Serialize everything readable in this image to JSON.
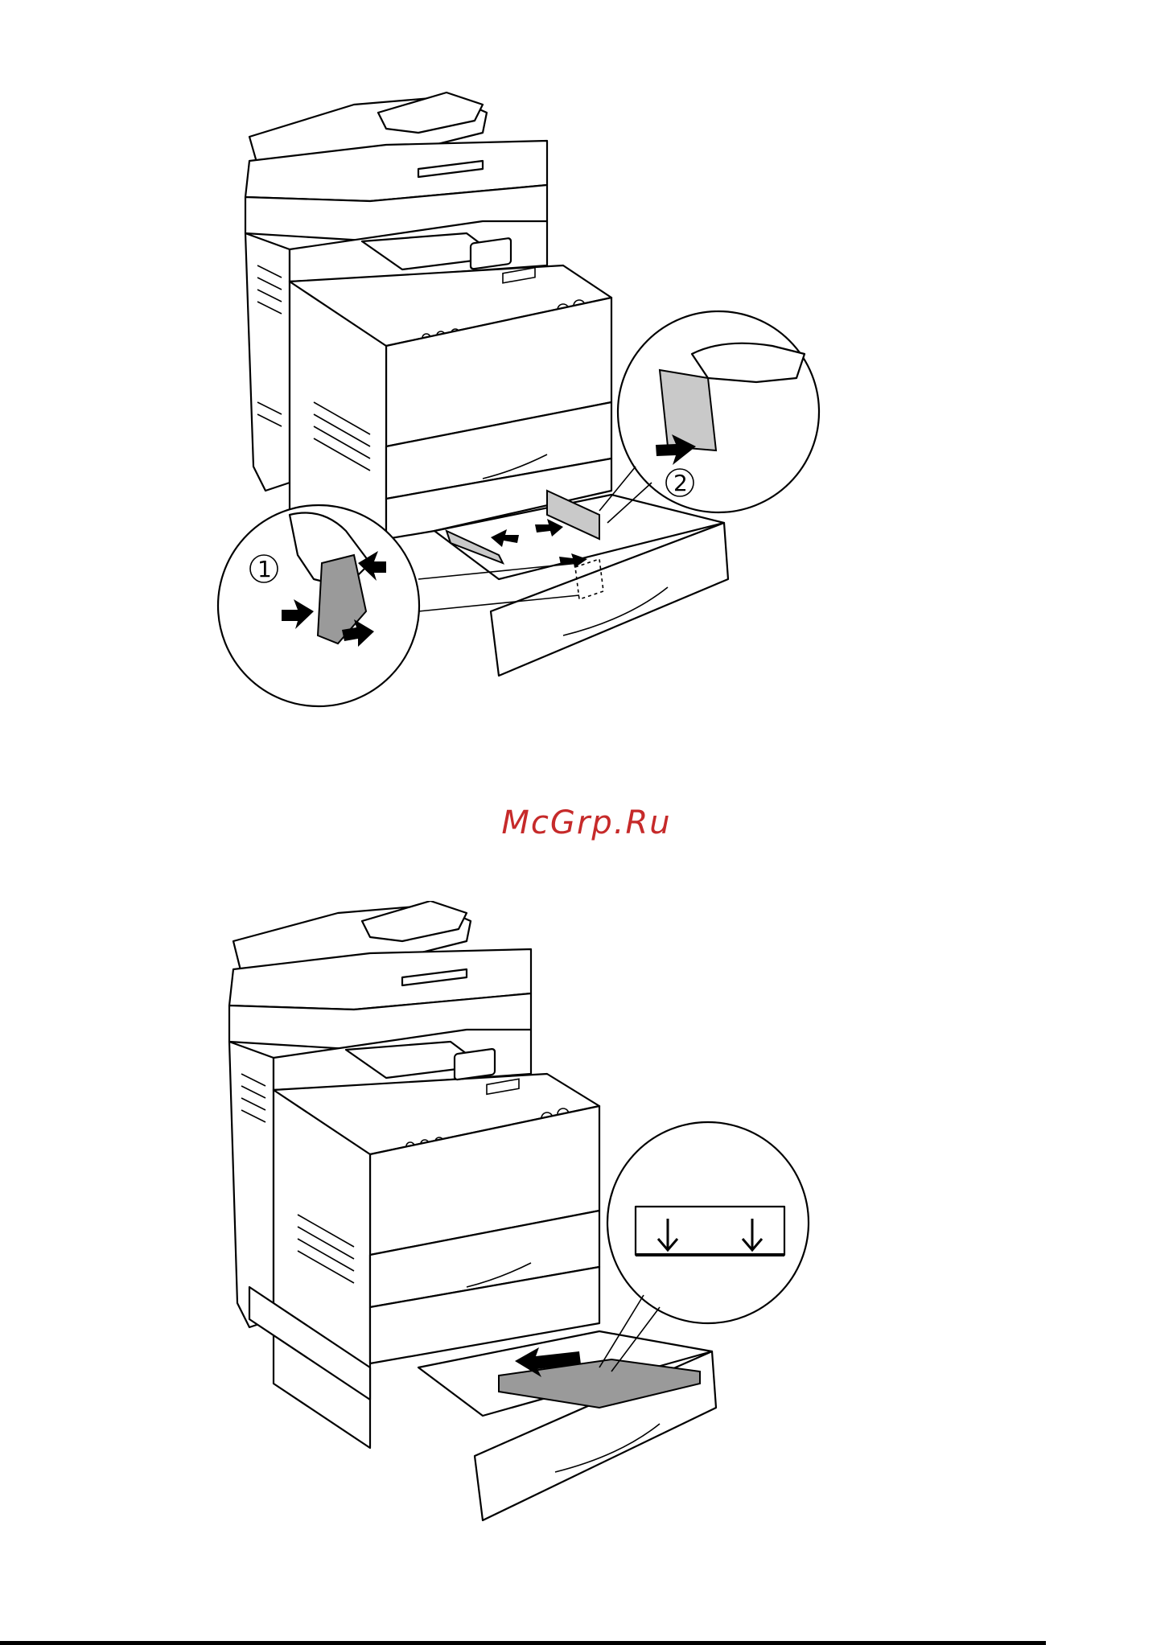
{
  "watermark": "McGrp.Ru",
  "figure1": {
    "step1_label": "1",
    "step2_label": "2"
  },
  "figure2": {},
  "colors": {
    "watermark": "#c62a2a",
    "line": "#000000",
    "shade": "#9a9a9a"
  }
}
